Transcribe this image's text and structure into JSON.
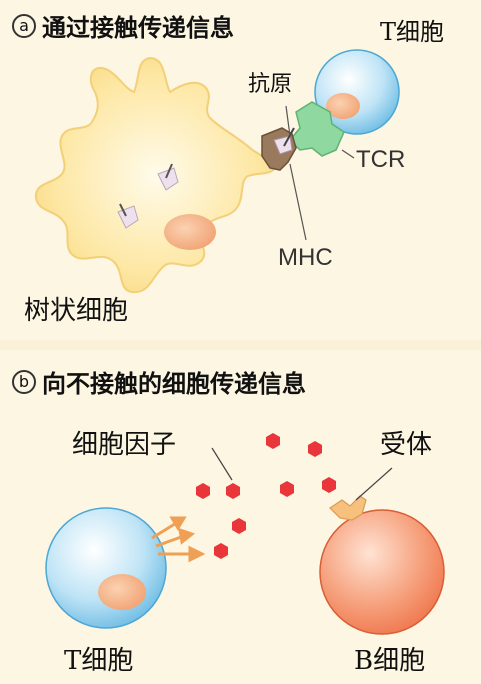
{
  "panel_a": {
    "letter": "a",
    "title": "通过接触传递信息",
    "t_cell": "T细胞",
    "antigen": "抗原",
    "tcr": "TCR",
    "mhc": "MHC",
    "dendritic_cell": "树状细胞"
  },
  "panel_b": {
    "letter": "b",
    "title": "向不接触的细胞传递信息",
    "cytokine": "细胞因子",
    "receptor": "受体",
    "t_cell": "T细胞",
    "b_cell": "B细胞"
  },
  "colors": {
    "background": "#fdf6e2",
    "dendritic_cell": "#fde7a3",
    "t_cell": "#a9d9f0",
    "b_cell": "#f3875e",
    "nucleus": "#f3b58b",
    "tcr": "#8fd8a0",
    "mhc": "#9a7a5c",
    "antigen": "#efe0ee",
    "cytokine": "#e8363a",
    "receptor": "#f7c07d",
    "secretion_arrow": "#f0a055"
  }
}
